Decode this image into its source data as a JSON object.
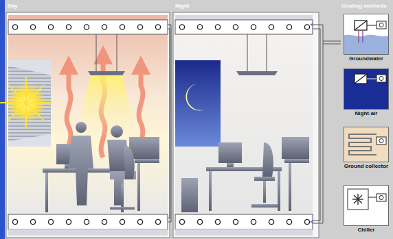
{
  "diagram": {
    "nodes": [
      {
        "text": [
          "Groundwater"
        ]
      },
      {
        "text": [
          "Night-air"
        ]
      },
      {
        "text": [
          "Ground collector"
        ]
      },
      {
        "text": [
          "Chiller"
        ]
      }
    ],
    "labels": [
      "Day",
      "Night",
      "Cooling methods"
    ]
  }
}
